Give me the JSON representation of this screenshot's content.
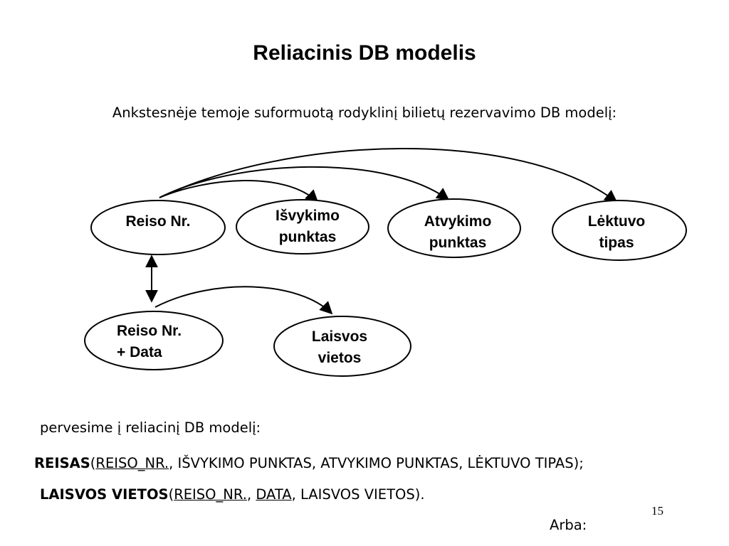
{
  "title": "Reliacinis DB modelis",
  "intro": "Ankstesnėje temoje suformuotą rodyklinį bilietų rezervavimo DB modelį:",
  "nodes": {
    "reiso_nr": [
      "Reiso Nr."
    ],
    "isvykimo": [
      "Išvykimo",
      "punktas"
    ],
    "atvykimo": [
      "Atvykimo",
      "punktas"
    ],
    "lektuvo": [
      "Lėktuvo",
      "tipas"
    ],
    "reiso_data": [
      "Reiso Nr.",
      "+ Data"
    ],
    "laisvos": [
      "Laisvos",
      "vietos"
    ]
  },
  "conversion_text": "pervesime į reliacinį DB modelį:",
  "schema1": {
    "name": "REISAS",
    "open": "(",
    "key": "REISO_NR.",
    "rest": ", IŠVYKIMO PUNKTAS, ATVYKIMO PUNKTAS, LĖKTUVO TIPAS);"
  },
  "schema2": {
    "name": "LAISVOS VIETOS",
    "open": "(",
    "key1": "REISO_NR.",
    "sep": ", ",
    "key2": "DATA",
    "rest": ", LAISVOS VIETOS)."
  },
  "page_number": "15",
  "arba": "Arba:"
}
